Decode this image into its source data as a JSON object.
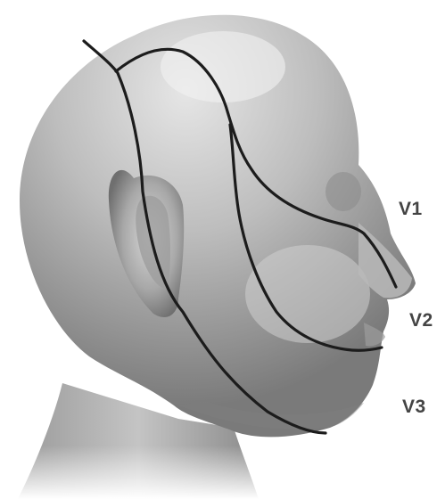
{
  "labels": {
    "v1": "V1",
    "v2": "V2",
    "v3": "V3"
  },
  "colors": {
    "background": "#ffffff",
    "head_light": "#dcdcdc",
    "head_mid": "#a9a9a9",
    "head_dark": "#6e6e6e",
    "boundary_line": "#1c1c1c",
    "label_text": "#444444"
  }
}
